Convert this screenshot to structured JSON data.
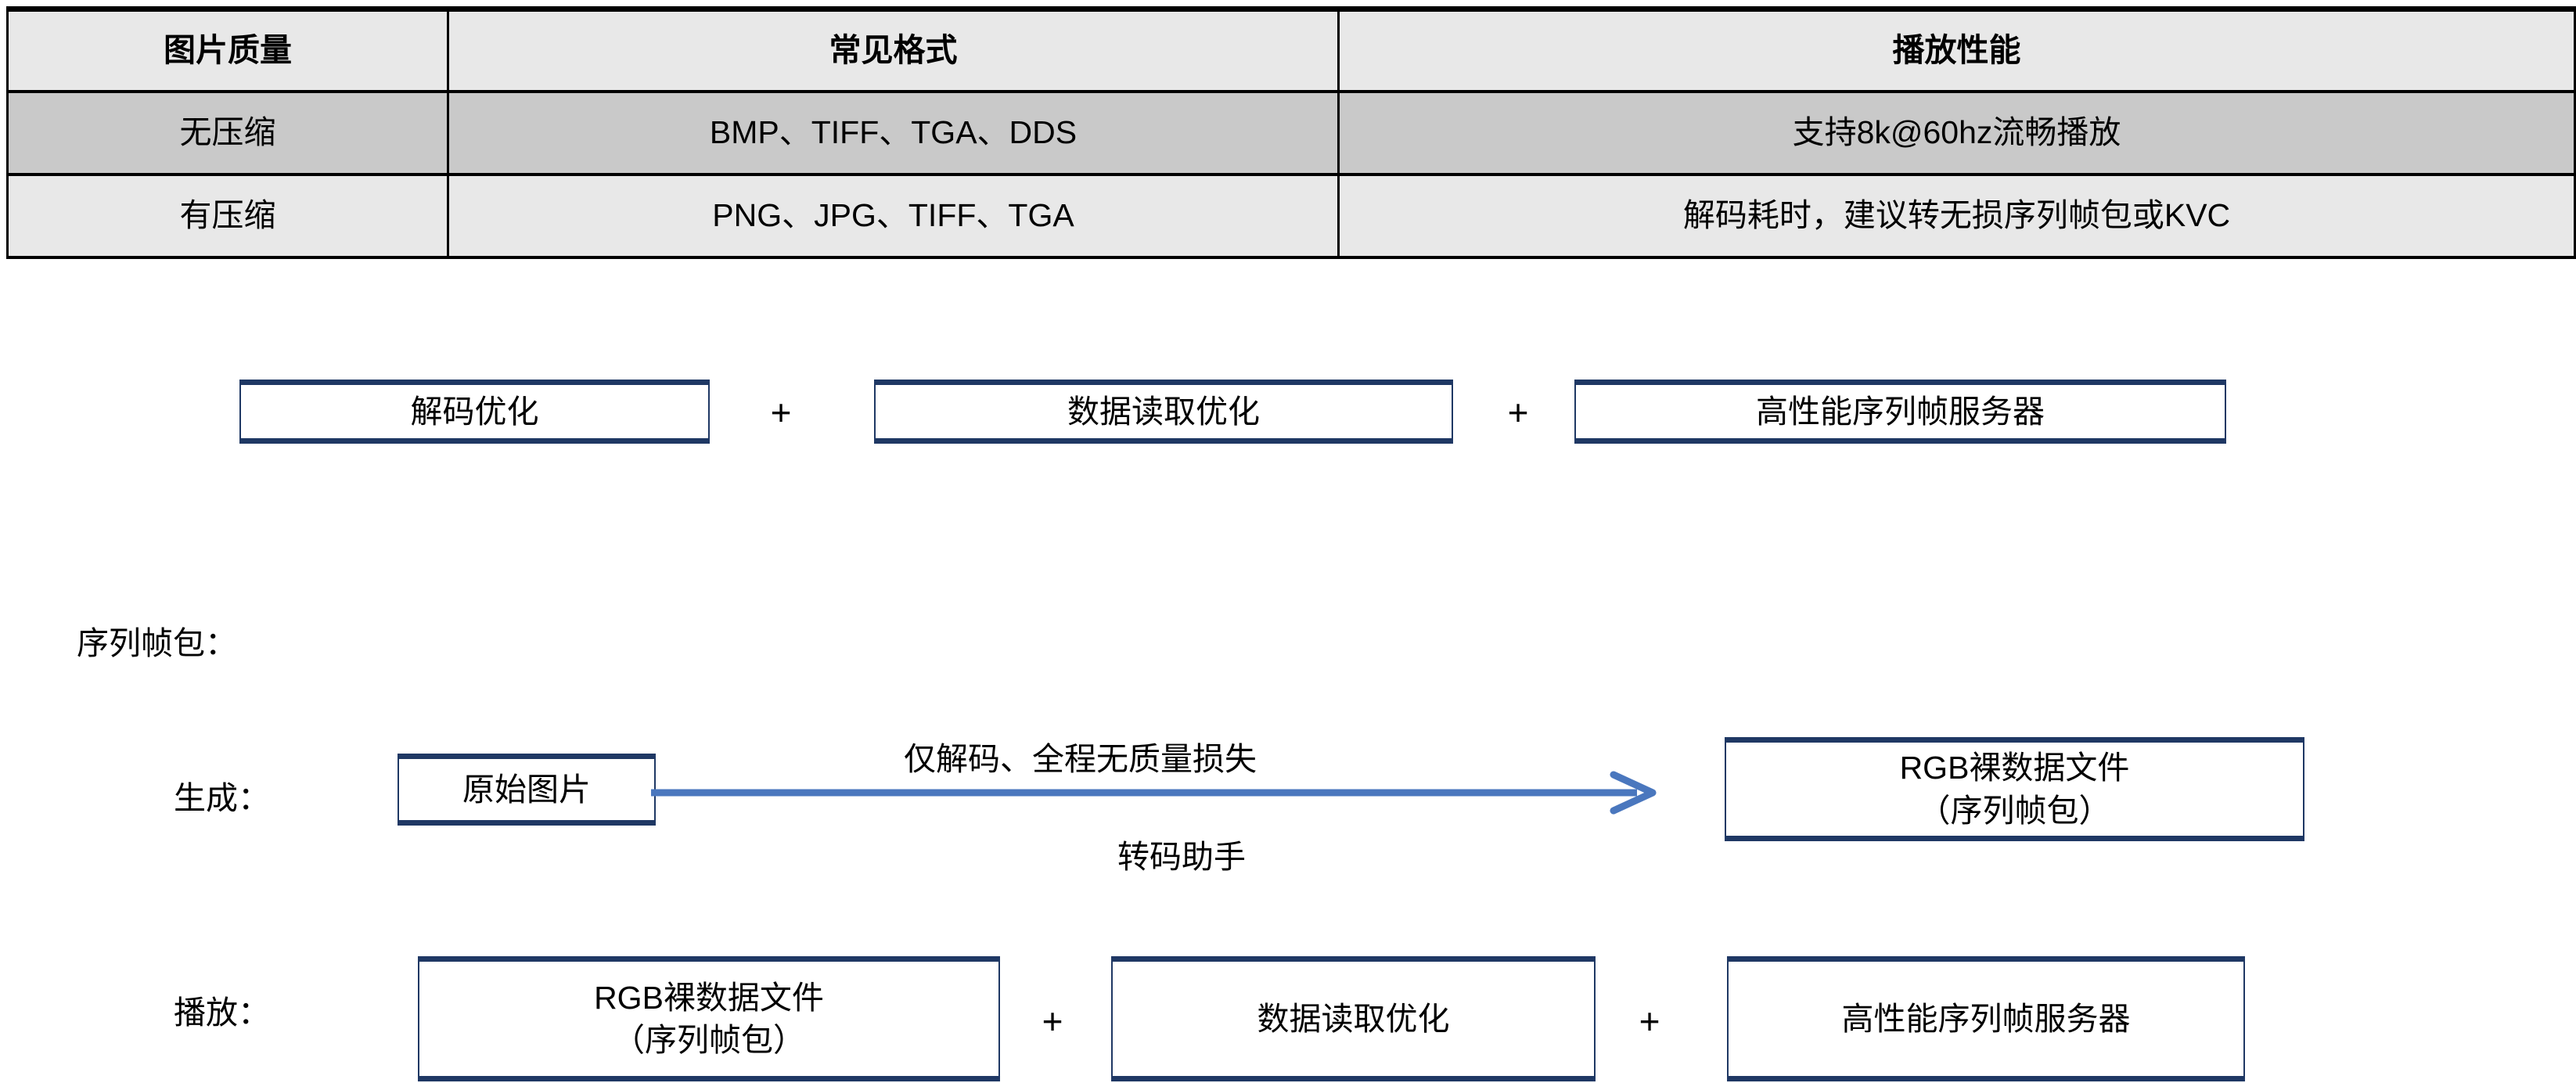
{
  "table": {
    "headers": [
      "图片质量",
      "常见格式",
      "播放性能"
    ],
    "rows": [
      {
        "quality": "无压缩",
        "formats": "BMP、TIFF、TGA、DDS",
        "performance": "支持8k@60hz流畅播放"
      },
      {
        "quality": "有压缩",
        "formats": "PNG、JPG、TIFF、TGA",
        "performance": "解码耗时，建议转无损序列帧包或KVC"
      }
    ]
  },
  "formula_row": {
    "box1": "解码优化",
    "plus1": "+",
    "box2": "数据读取优化",
    "plus2": "+",
    "box3": "高性能序列帧服务器"
  },
  "section": {
    "title": "序列帧包："
  },
  "generate_row": {
    "label": "生成：",
    "source_box": "原始图片",
    "arrow_caption_top": "仅解码、全程无质量损失",
    "arrow_caption_bottom": "转码助手",
    "target_box_line1": "RGB裸数据文件",
    "target_box_line2": "（序列帧包）"
  },
  "playback_row": {
    "label": "播放：",
    "box1_line1": "RGB裸数据文件",
    "box1_line2": "（序列帧包）",
    "plus1": "+",
    "box2": "数据读取优化",
    "plus2": "+",
    "box3": "高性能序列帧服务器"
  },
  "colors": {
    "box_border": "#1F3864",
    "arrow": "#4A77BE",
    "table_header_bg": "#E8E8E8",
    "table_row1_bg": "#C9C9C9",
    "table_row2_bg": "#E8E8E8",
    "table_border": "#000000"
  }
}
